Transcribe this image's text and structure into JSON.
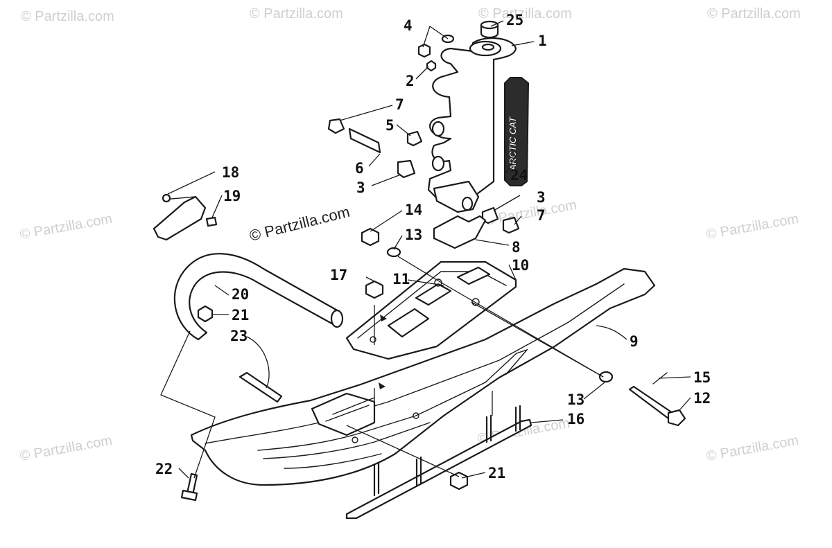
{
  "watermark": "© Partzilla.com",
  "copyright": "© Partzilla.com",
  "spindle_decal_text": "ARCTIC CAT",
  "callouts": [
    "25",
    "4",
    "1",
    "2",
    "7",
    "5",
    "6",
    "3",
    "24",
    "18",
    "19",
    "3",
    "7",
    "14",
    "13",
    "8",
    "10",
    "17",
    "11",
    "20",
    "21",
    "23",
    "9",
    "15",
    "13",
    "12",
    "16",
    "22",
    "21"
  ]
}
